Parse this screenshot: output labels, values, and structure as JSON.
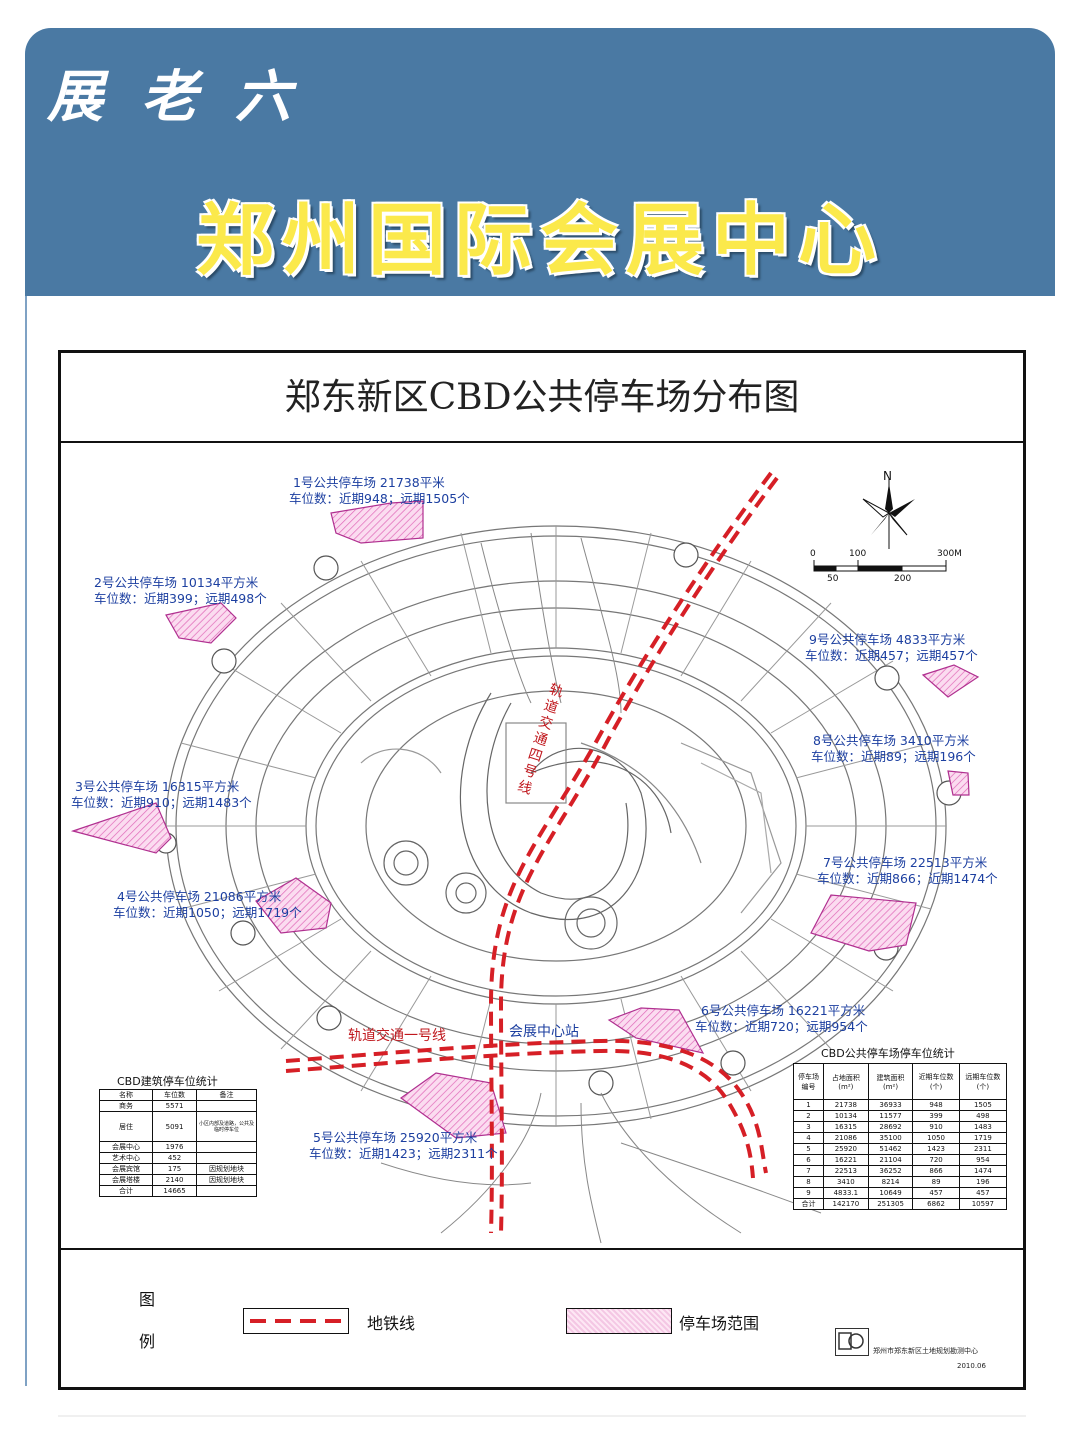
{
  "header": {
    "tag": "展老六",
    "title": "郑州国际会展中心",
    "bg_color": "#4a79a3",
    "title_color": "#fbe94b"
  },
  "map": {
    "title": "郑东新区CBD公共停车场分布图",
    "north": "N",
    "scale": [
      "0",
      "100",
      "300M",
      "50",
      "200"
    ],
    "parking_lots": [
      {
        "name": "1号公共停车场  21738平米",
        "spaces": "车位数：近期948；远期1505个"
      },
      {
        "name": "2号公共停车场  10134平方米",
        "spaces": "车位数：近期399；远期498个"
      },
      {
        "name": "3号公共停车场  16315平方米",
        "spaces": "车位数：近期910；远期1483个"
      },
      {
        "name": "4号公共停车场  21086平方米",
        "spaces": "车位数：近期1050；远期1719个"
      },
      {
        "name": "5号公共停车场  25920平方米",
        "spaces": "车位数：近期1423；远期2311个"
      },
      {
        "name": "6号公共停车场  16221平方米",
        "spaces": "车位数：近期720；远期954个"
      },
      {
        "name": "7号公共停车场  22513平方米",
        "spaces": "车位数：近期866；近期1474个"
      },
      {
        "name": "8号公共停车场  3410平方米",
        "spaces": "车位数：近期89；远期196个"
      },
      {
        "name": "9号公共停车场  4833平方米",
        "spaces": "车位数：近期457；远期457个"
      }
    ],
    "line_1": "轨道交通一号线",
    "line_4": [
      "轨",
      "道",
      "交",
      "通",
      "四",
      "号",
      "线"
    ],
    "station": "会展中心站",
    "colors": {
      "metro": "#d61f26",
      "parking_fill": "#f4b7df",
      "label": "#1c3fa0"
    }
  },
  "building_table": {
    "title": "CBD建筑停车位统计",
    "header": [
      "名称",
      "车位数",
      "备注"
    ],
    "rows": [
      [
        "商务",
        "5571",
        ""
      ],
      [
        "居住",
        "5091",
        "小区内部及道路，公共及临时停车位"
      ],
      [
        "会展中心",
        "1976",
        ""
      ],
      [
        "艺术中心",
        "452",
        ""
      ],
      [
        "会展宾馆",
        "175",
        "因规划地块"
      ],
      [
        "会展塔楼",
        "2140",
        "因规划地块"
      ],
      [
        "合计",
        "14665",
        ""
      ]
    ]
  },
  "parking_table": {
    "title": "CBD公共停车场停车位统计",
    "header": [
      "停车场编号",
      "占地面积(m²)",
      "建筑面积(m²)",
      "近期车位数(个)",
      "远期车位数(个)"
    ],
    "rows": [
      [
        "1",
        "21738",
        "36933",
        "948",
        "1505"
      ],
      [
        "2",
        "10134",
        "11577",
        "399",
        "498"
      ],
      [
        "3",
        "16315",
        "28692",
        "910",
        "1483"
      ],
      [
        "4",
        "21086",
        "35100",
        "1050",
        "1719"
      ],
      [
        "5",
        "25920",
        "51462",
        "1423",
        "2311"
      ],
      [
        "6",
        "16221",
        "21104",
        "720",
        "954"
      ],
      [
        "7",
        "22513",
        "36252",
        "866",
        "1474"
      ],
      [
        "8",
        "3410",
        "8214",
        "89",
        "196"
      ],
      [
        "9",
        "4833.1",
        "10649",
        "457",
        "457"
      ],
      [
        "合计",
        "142170",
        "251305",
        "6862",
        "10597"
      ]
    ]
  },
  "legend": {
    "head_1": "图",
    "head_2": "例",
    "metro": "地铁线",
    "parking": "停车场范围",
    "org": "郑州市郑东新区土地规划勘测中心",
    "date": "2010.06"
  }
}
